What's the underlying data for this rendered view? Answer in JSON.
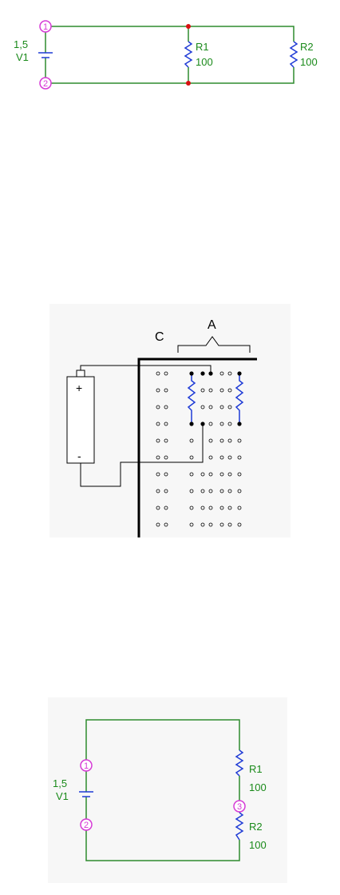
{
  "parallel_circuit": {
    "node_top": "1",
    "node_bottom": "2",
    "source_value": "1,5",
    "source_name": "V1",
    "r1_name": "R1",
    "r1_value": "100",
    "r2_name": "R2",
    "r2_value": "100"
  },
  "breadboard": {
    "column_label_c": "C",
    "column_label_a": "A",
    "battery_plus": "+",
    "battery_minus": "-"
  },
  "series_circuit": {
    "node_1": "1",
    "node_2": "2",
    "node_3": "3",
    "source_value": "1,5",
    "source_name": "V1",
    "r1_name": "R1",
    "r1_value": "100",
    "r2_name": "R2",
    "r2_value": "100"
  },
  "colors": {
    "wire": "#2e8b2e",
    "resistor": "#1f3bd6",
    "node": "#d63bd6",
    "junction": "#d81010"
  }
}
